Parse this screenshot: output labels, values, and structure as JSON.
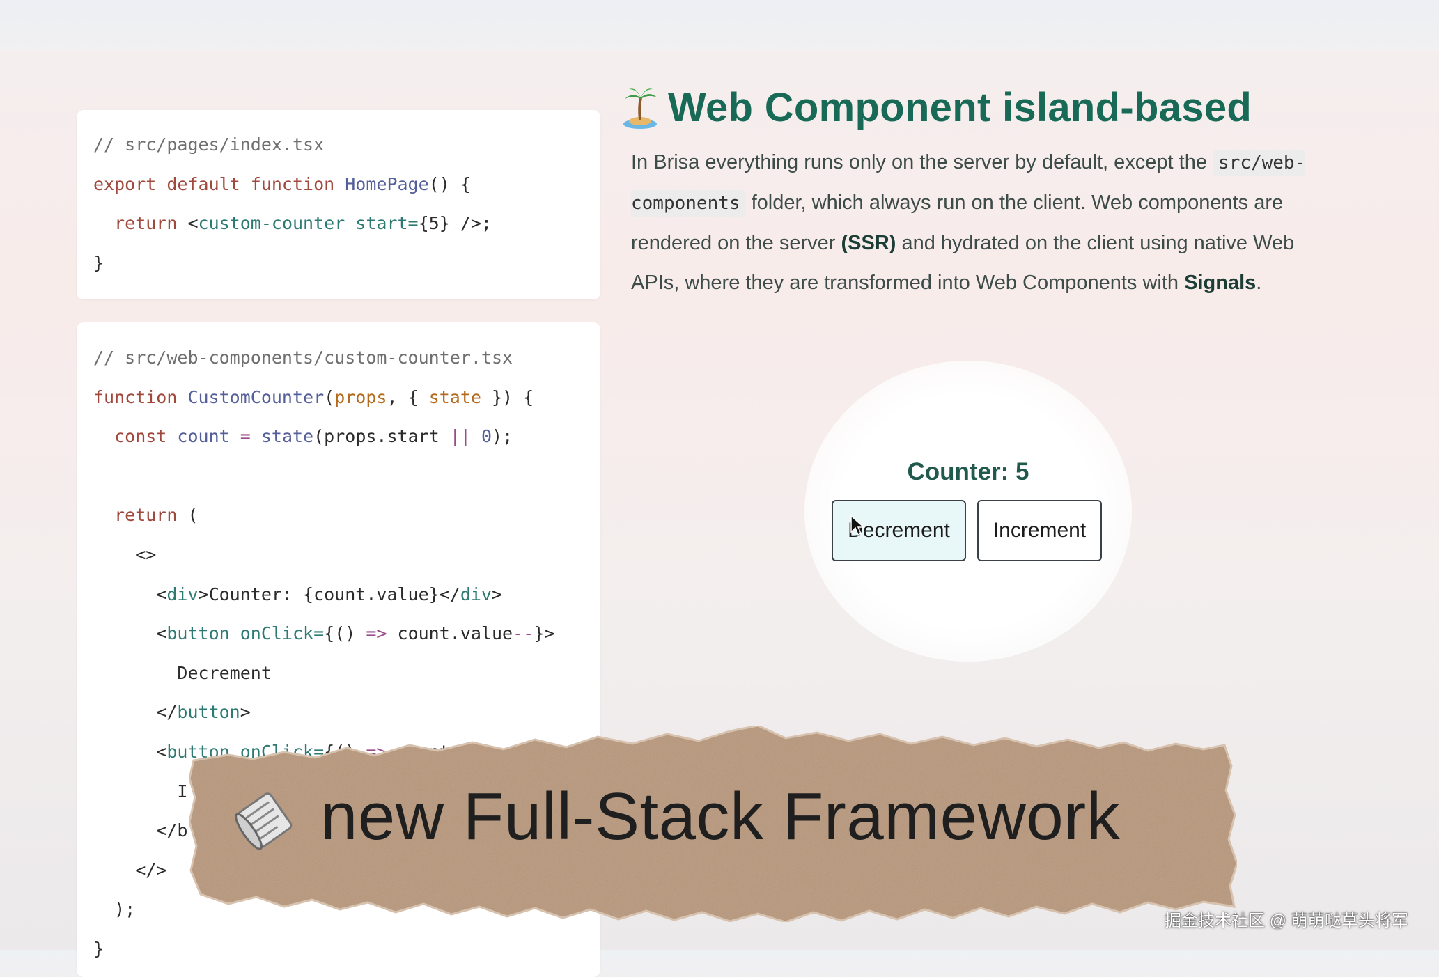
{
  "code_index": {
    "lines": [
      {
        "tokens": [
          {
            "t": "// src/pages/index.tsx",
            "c": "comment"
          }
        ]
      },
      {
        "tokens": [
          {
            "t": "export default function ",
            "c": "kw"
          },
          {
            "t": "HomePage",
            "c": "fn"
          },
          {
            "t": "() {",
            "c": "plain"
          }
        ]
      },
      {
        "tokens": [
          {
            "t": "  return ",
            "c": "kw"
          },
          {
            "t": "<",
            "c": "plain"
          },
          {
            "t": "custom-counter",
            "c": "tag"
          },
          {
            "t": " start=",
            "c": "attr"
          },
          {
            "t": "{5} />;",
            "c": "plain"
          }
        ]
      },
      {
        "tokens": [
          {
            "t": "}",
            "c": "plain"
          }
        ]
      }
    ]
  },
  "code_counter": {
    "lines": [
      {
        "tokens": [
          {
            "t": "// src/web-components/custom-counter.tsx",
            "c": "comment"
          }
        ]
      },
      {
        "tokens": [
          {
            "t": "function ",
            "c": "kw"
          },
          {
            "t": "CustomCounter",
            "c": "fn"
          },
          {
            "t": "(",
            "c": "plain"
          },
          {
            "t": "props",
            "c": "str"
          },
          {
            "t": ", { ",
            "c": "plain"
          },
          {
            "t": "state",
            "c": "str"
          },
          {
            "t": " }) {",
            "c": "plain"
          }
        ]
      },
      {
        "tokens": [
          {
            "t": "  const ",
            "c": "kw"
          },
          {
            "t": "count",
            "c": "fn"
          },
          {
            "t": " = ",
            "c": "op"
          },
          {
            "t": "state",
            "c": "fn"
          },
          {
            "t": "(props.start ",
            "c": "plain"
          },
          {
            "t": "||",
            "c": "op"
          },
          {
            "t": " ",
            "c": "plain"
          },
          {
            "t": "0",
            "c": "num"
          },
          {
            "t": ");",
            "c": "plain"
          }
        ]
      },
      {
        "tokens": [
          {
            "t": "",
            "c": "plain"
          }
        ]
      },
      {
        "tokens": [
          {
            "t": "  return ",
            "c": "kw"
          },
          {
            "t": "(",
            "c": "plain"
          }
        ]
      },
      {
        "tokens": [
          {
            "t": "    <>",
            "c": "plain"
          }
        ]
      },
      {
        "tokens": [
          {
            "t": "      <",
            "c": "plain"
          },
          {
            "t": "div",
            "c": "tag"
          },
          {
            "t": ">Counter: {count.value}</",
            "c": "plain"
          },
          {
            "t": "div",
            "c": "tag"
          },
          {
            "t": ">",
            "c": "plain"
          }
        ]
      },
      {
        "tokens": [
          {
            "t": "      <",
            "c": "plain"
          },
          {
            "t": "button",
            "c": "tag"
          },
          {
            "t": " onClick=",
            "c": "attr"
          },
          {
            "t": "{() ",
            "c": "plain"
          },
          {
            "t": "=>",
            "c": "op"
          },
          {
            "t": " count.value",
            "c": "plain"
          },
          {
            "t": "--",
            "c": "op"
          },
          {
            "t": "}>",
            "c": "plain"
          }
        ]
      },
      {
        "tokens": [
          {
            "t": "        Decrement",
            "c": "plain"
          }
        ]
      },
      {
        "tokens": [
          {
            "t": "      </",
            "c": "plain"
          },
          {
            "t": "button",
            "c": "tag"
          },
          {
            "t": ">",
            "c": "plain"
          }
        ]
      },
      {
        "tokens": [
          {
            "t": "      <",
            "c": "plain"
          },
          {
            "t": "button",
            "c": "tag"
          },
          {
            "t": " onClick=",
            "c": "attr"
          },
          {
            "t": "{() ",
            "c": "plain"
          },
          {
            "t": "=>",
            "c": "op"
          },
          {
            "t": " count.value",
            "c": "plain"
          },
          {
            "t": "++",
            "c": "op"
          },
          {
            "t": "}>",
            "c": "plain"
          }
        ]
      },
      {
        "tokens": [
          {
            "t": "        I",
            "c": "plain"
          }
        ]
      },
      {
        "tokens": [
          {
            "t": "      </b",
            "c": "plain"
          }
        ]
      },
      {
        "tokens": [
          {
            "t": "    </>",
            "c": "plain"
          }
        ]
      },
      {
        "tokens": [
          {
            "t": "  );",
            "c": "plain"
          }
        ]
      },
      {
        "tokens": [
          {
            "t": "}",
            "c": "plain"
          }
        ]
      }
    ]
  },
  "feature": {
    "title": "Web Component island-based",
    "desc_1": "In Brisa everything runs only on the server by default, except the ",
    "desc_code": "src/web-components",
    "desc_2": " folder, which always run on the client. Web components are rendered on the server ",
    "desc_bold_1": "(SSR)",
    "desc_3": " and hydrated on the client using native Web APIs, where they are transformed into Web Components with ",
    "desc_bold_2": "Signals",
    "desc_4": "."
  },
  "demo": {
    "counter_label": "Counter: 5",
    "decrement_label": "Decrement",
    "increment_label": "Increment"
  },
  "banner": {
    "text": "new Full-Stack Framework"
  },
  "watermark": "掘金技术社区 @ 萌萌哒草头将军",
  "colors": {
    "title": "#186a57",
    "paper": "#b49373"
  },
  "icons": [
    "island-icon",
    "newspaper-scroll-icon",
    "mouse-cursor-icon"
  ]
}
